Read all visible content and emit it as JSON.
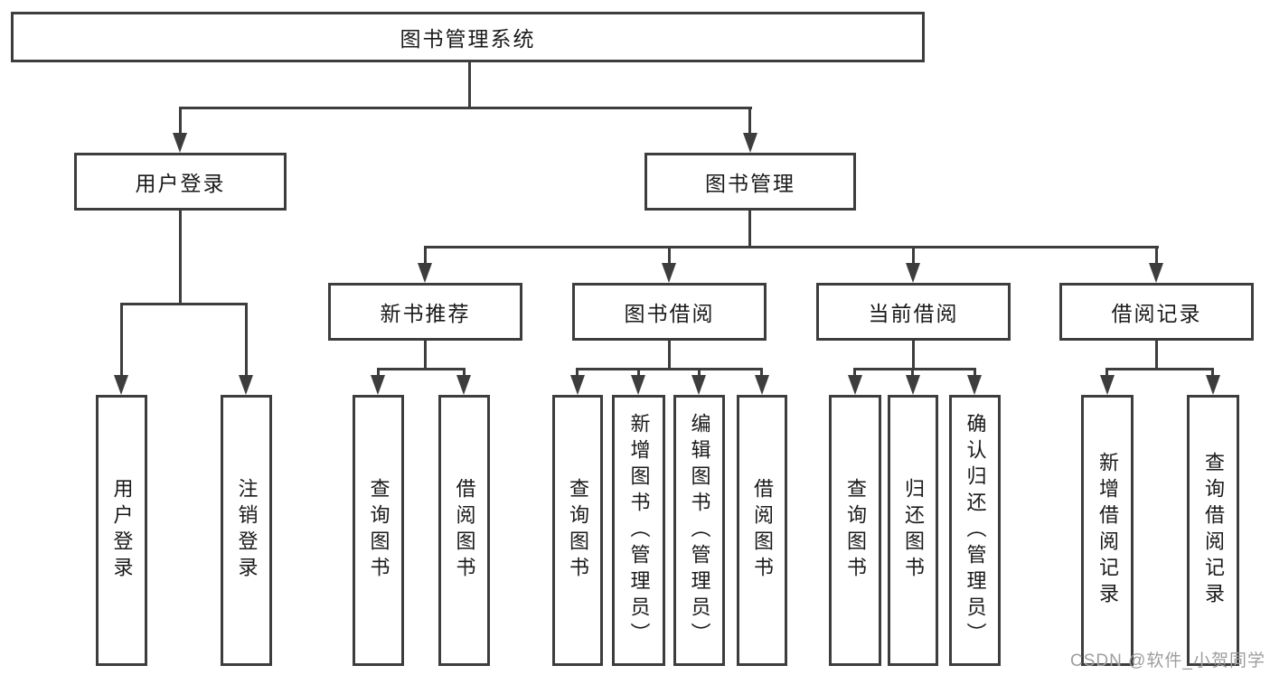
{
  "diagram_type": "hierarchy-org-chart",
  "tree": {
    "label": "图书管理系统",
    "children": [
      {
        "label": "用户登录",
        "children": [
          {
            "label": "用户登录"
          },
          {
            "label": "注销登录"
          }
        ]
      },
      {
        "label": "图书管理",
        "children": [
          {
            "label": "新书推荐",
            "children": [
              {
                "label": "查询图书"
              },
              {
                "label": "借阅图书"
              }
            ]
          },
          {
            "label": "图书借阅",
            "children": [
              {
                "label": "查询图书"
              },
              {
                "label": "新增图书（管理员）"
              },
              {
                "label": "编辑图书（管理员）"
              },
              {
                "label": "借阅图书"
              }
            ]
          },
          {
            "label": "当前借阅",
            "children": [
              {
                "label": "查询图书"
              },
              {
                "label": "归还图书"
              },
              {
                "label": "确认归还（管理员）"
              }
            ]
          },
          {
            "label": "借阅记录",
            "children": [
              {
                "label": "新增借阅记录"
              },
              {
                "label": "查询借阅记录"
              }
            ]
          }
        ]
      }
    ]
  },
  "watermark": {
    "text": "CSDN @软件_小贺同学"
  },
  "colors": {
    "line": "#3d3d3d",
    "box_border": "#3d3d3d",
    "text": "#1a1a1a",
    "watermark": "#9e9e9e",
    "background": "#ffffff"
  }
}
